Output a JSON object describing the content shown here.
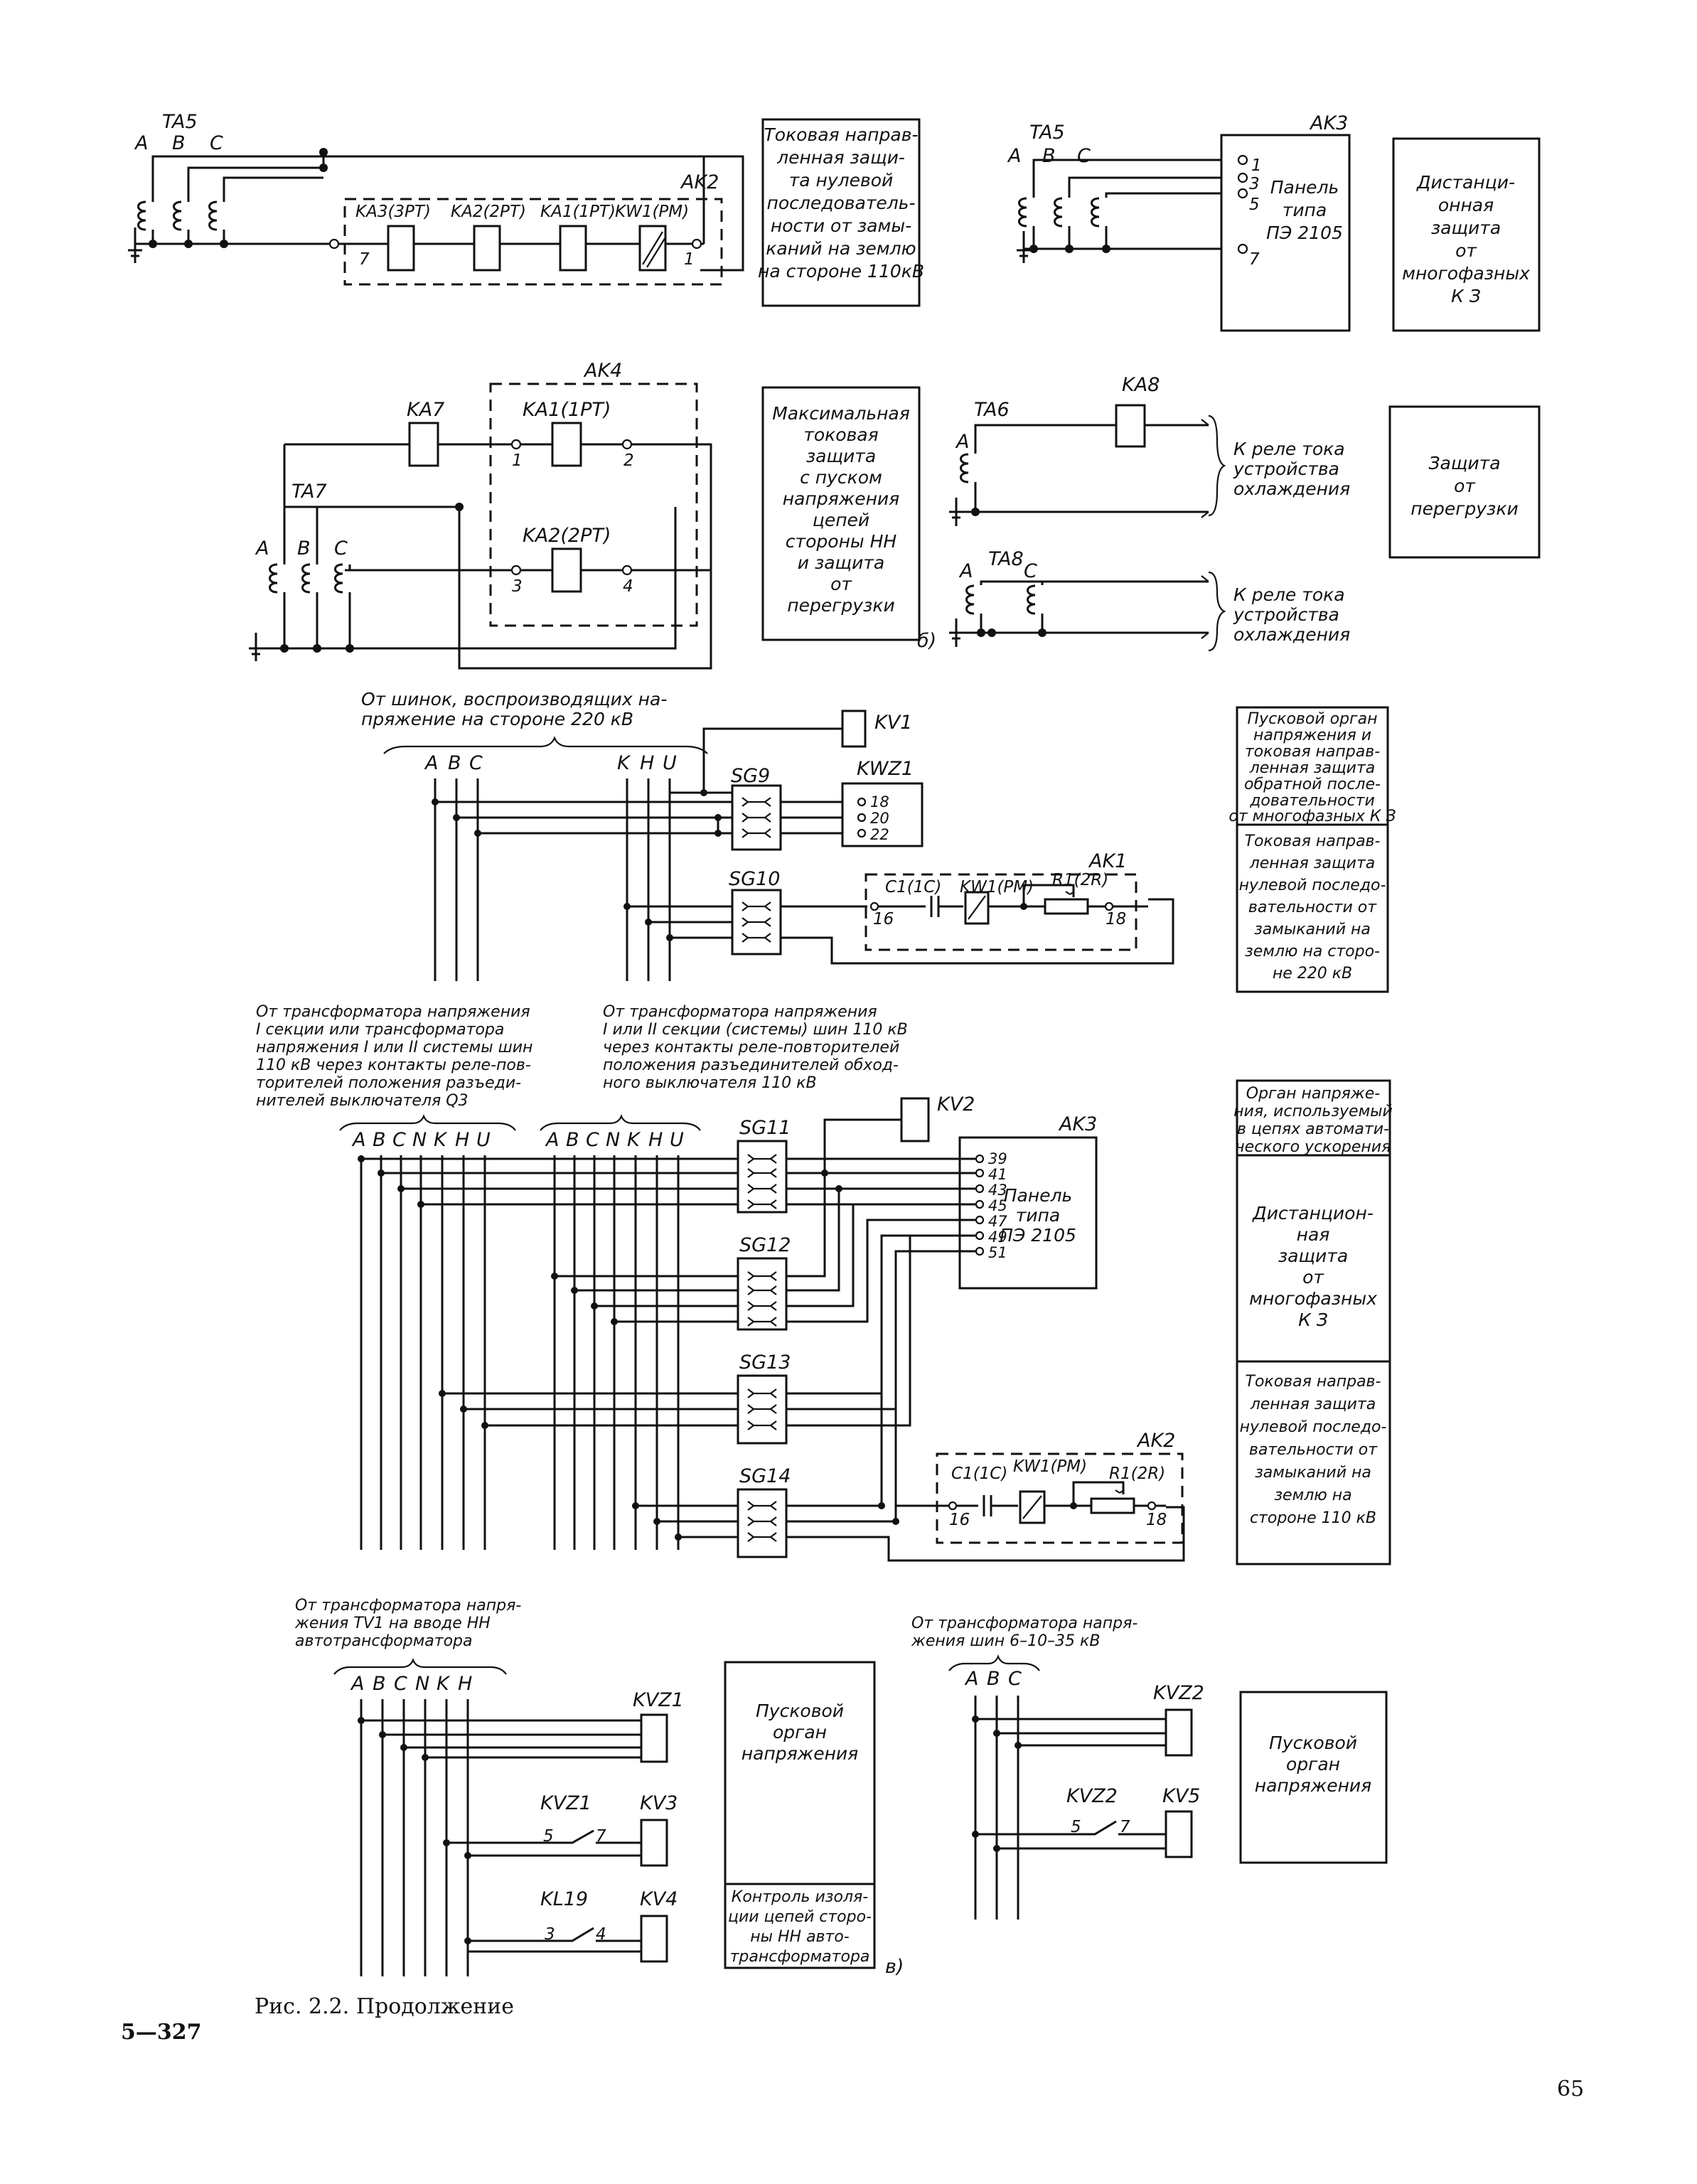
{
  "figure": {
    "caption": "Рис. 2.2. Продолжение",
    "sheet_mark": "5—327",
    "page_number": "65",
    "part_label": "в)",
    "sub_label_b": "б)"
  },
  "top_left": {
    "ta": "TA5",
    "phases": [
      "A",
      "B",
      "C"
    ],
    "group": "AK2",
    "relays": [
      "KA3(3PT)",
      "KA2(2PT)",
      "KA1(1PT)",
      "KW1(PM)"
    ],
    "terminals": [
      "7",
      "1"
    ]
  },
  "top_right": {
    "ta": "TA5",
    "phases": [
      "A",
      "B",
      "C"
    ],
    "panel_id": "AK3",
    "panel_lines": [
      "Панель",
      "типа",
      "ПЭ 2105"
    ],
    "terminals": [
      "1",
      "3",
      "5",
      "7"
    ]
  },
  "mid_left": {
    "group": "AK4",
    "ka7": "KA7",
    "ta": "TA7",
    "phases": [
      "A",
      "B",
      "C"
    ],
    "relays": [
      "KA1(1PT)",
      "KA2(2PT)"
    ],
    "terminals": [
      "1",
      "2",
      "3",
      "4"
    ]
  },
  "mid_right": {
    "ta6": "TA6",
    "ta8": "TA8",
    "ka8": "KA8",
    "phase_a": "A",
    "phase_c": "C",
    "note": [
      "К реле тока",
      "устройства",
      "охлаждения"
    ]
  },
  "section_220": {
    "source": [
      "От шинок, воспроизводящих на-",
      "пряжение на стороне 220 кВ"
    ],
    "buses": [
      "A",
      "B",
      "C",
      "K",
      "H",
      "U"
    ],
    "kv": "KV1",
    "sg_a": "SG9",
    "sg_b": "SG10",
    "kwz": "KWZ1",
    "kwz_terms": [
      "18",
      "20",
      "22"
    ],
    "ak": "AK1",
    "parts": [
      "C1(1C)",
      "KW1(PM)",
      "R1(2R)"
    ],
    "terms": [
      "16",
      "18"
    ]
  },
  "section_110": {
    "source_left": [
      "От трансформатора напряжения",
      "I секции или трансформатора",
      "напряжения I или II системы шин",
      "110 кВ через контакты реле-пов-",
      "торителей положения разъеди-",
      "нителей выключателя Q3"
    ],
    "source_right": [
      "От трансформатора напряжения",
      "I или II секции (системы) шин 110 кВ",
      "через контакты реле-повторителей",
      "положения разъединителей обход-",
      "ного выключателя 110 кВ"
    ],
    "buses": [
      "A",
      "B",
      "C",
      "N",
      "K",
      "H",
      "U"
    ],
    "sgs": [
      "SG11",
      "SG12",
      "SG13",
      "SG14"
    ],
    "kv": "KV2",
    "panel_id": "AK3",
    "panel_lines": [
      "Панель",
      "типа",
      "ПЭ 2105"
    ],
    "panel_terms": [
      "39",
      "41",
      "43",
      "45",
      "47",
      "49",
      "51"
    ],
    "ak": "AK2",
    "parts": [
      "C1(1C)",
      "KW1(PM)",
      "R1(2R)"
    ],
    "terms": [
      "16",
      "18"
    ]
  },
  "section_nn": {
    "source": [
      "От трансформатора напря-",
      "жения TV1 на вводе НН",
      "автотрансформатора"
    ],
    "buses": [
      "A",
      "B",
      "C",
      "N",
      "K",
      "H"
    ],
    "relays": [
      "KVZ1",
      "KV3",
      "KV4"
    ],
    "contacts": [
      {
        "name": "KVZ1",
        "a": "5",
        "b": "7"
      },
      {
        "name": "KL19",
        "a": "3",
        "b": "4"
      }
    ]
  },
  "section_lv": {
    "source": [
      "От трансформатора напря-",
      "жения    шин 6–10–35 кВ"
    ],
    "buses": [
      "A",
      "B",
      "C"
    ],
    "relays": [
      "KVZ2",
      "KV5"
    ],
    "contact": {
      "name": "KVZ2",
      "a": "5",
      "b": "7"
    }
  },
  "descriptions": {
    "d1": [
      "Токовая направ-",
      "ленная защи-",
      "та нулевой",
      "последователь-",
      "ности от замы-",
      "каний на землю",
      "на стороне 110кВ"
    ],
    "d2": [
      "Дистанци-",
      "онная",
      "защита",
      "от",
      "многофазных",
      "К З"
    ],
    "d3": [
      "Максимальная",
      "токовая",
      "защита",
      "с пуском",
      "напряжения",
      "цепей",
      "стороны НН",
      "и защита",
      "от",
      "перегрузки"
    ],
    "d4": [
      "Защита",
      "от",
      "перегрузки"
    ],
    "d5": [
      "Пусковой орган",
      "напряжения и",
      "токовая направ-",
      "ленная защита",
      "обратной после-",
      "довательности",
      "от многофазных К З"
    ],
    "d6": [
      "Токовая направ-",
      "ленная защита",
      "нулевой последо-",
      "вательности от",
      "замыканий на",
      "землю на сторо-",
      "не 220 кВ"
    ],
    "d7": [
      "Орган напряже-",
      "ния, используемый",
      "в цепях автомати-",
      "ческого ускорения"
    ],
    "d8": [
      "Дистанцион-",
      "ная",
      "защита",
      "от",
      "многофазных",
      "К З"
    ],
    "d9": [
      "Токовая направ-",
      "ленная защита",
      "нулевой последо-",
      "вательности от",
      "замыканий на",
      "землю на",
      "стороне 110 кВ"
    ],
    "d10": [
      "Пусковой",
      "орган",
      "напряжения"
    ],
    "d11": [
      "Контроль изоля-",
      "ции цепей сторо-",
      "ны НН авто-",
      "трансформатора"
    ],
    "d12": [
      "Пусковой",
      "орган",
      "напряжения"
    ]
  }
}
